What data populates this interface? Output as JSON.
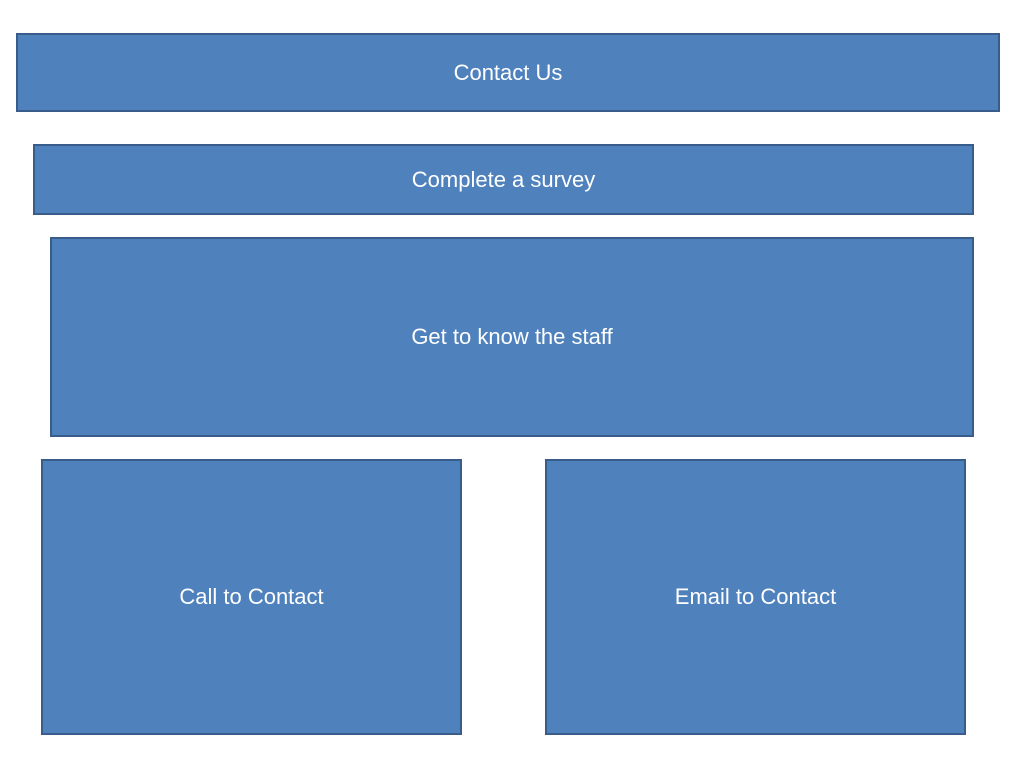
{
  "header": {
    "label": "Contact Us"
  },
  "survey": {
    "label": "Complete a survey"
  },
  "staff": {
    "label": "Get to know the staff"
  },
  "call": {
    "label": "Call to Contact"
  },
  "email": {
    "label": "Email to Contact"
  },
  "colors": {
    "box_fill": "#4f81bd",
    "box_border": "#385d8a",
    "text": "#ffffff"
  }
}
